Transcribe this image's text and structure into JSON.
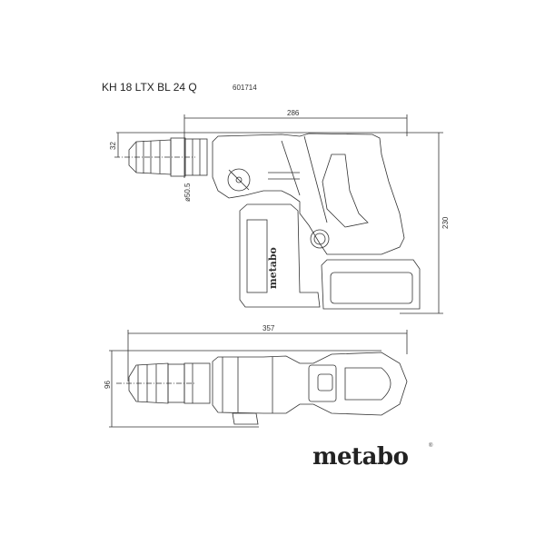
{
  "header": {
    "model": "KH 18 LTX BL 24 Q",
    "article_number": "601714"
  },
  "side_view": {
    "dimensions": {
      "length": "286",
      "height": "230",
      "offset": "32",
      "collar_diameter": "ø50.5"
    },
    "housing_label": "metabo"
  },
  "top_view": {
    "dimensions": {
      "length": "357",
      "width": "96"
    }
  },
  "brand": {
    "logo": "metabo",
    "registered": "®"
  }
}
